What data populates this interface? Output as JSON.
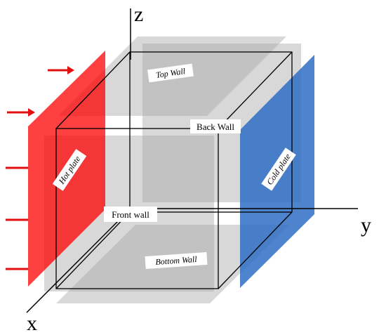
{
  "axes": {
    "z": "z",
    "y": "y",
    "x": "x"
  },
  "labels": {
    "top_wall": "Top Wall",
    "back_wall": "Back Wall",
    "hot_plate": "Hot plate",
    "cold_plate": "Cold plate",
    "front_wall": "Front wall",
    "bottom_wall": "Bottom Wall"
  },
  "colors": {
    "hot": "#ff0000",
    "cold": "#2f6fc4",
    "wall": "#a8a8a8",
    "arrow": "#e01010"
  },
  "arrow_count": 5
}
